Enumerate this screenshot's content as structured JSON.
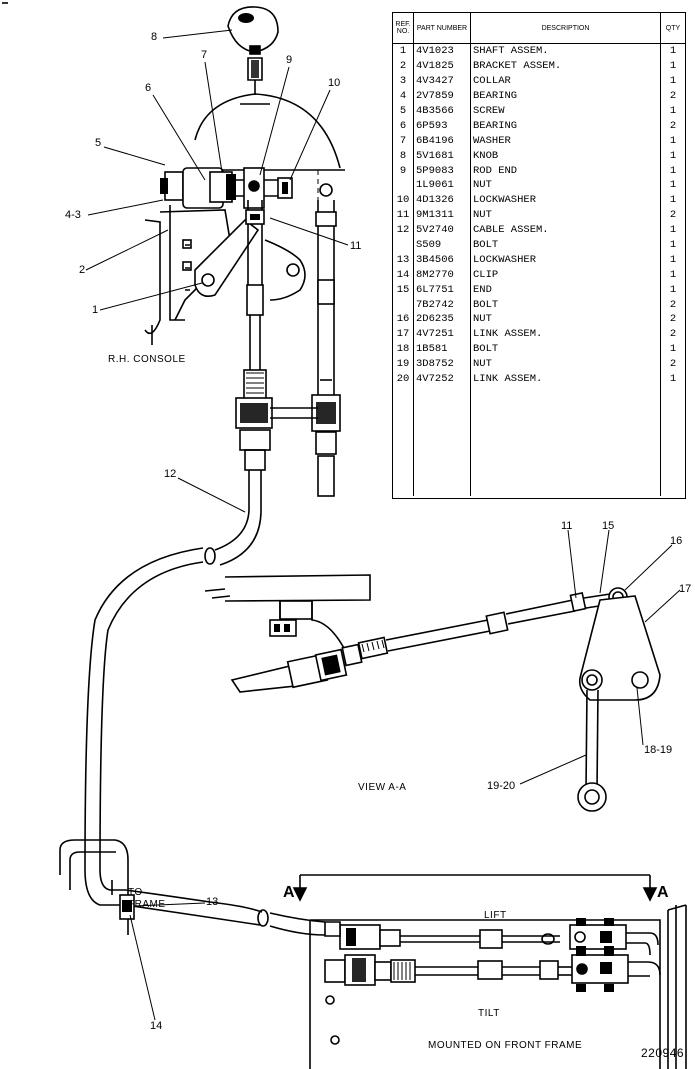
{
  "parts_table": {
    "headers": {
      "ref_no": "REF. NO.",
      "part_number": "PART NUMBER",
      "description": "DESCRIPTION",
      "qty": "QTY"
    },
    "rows": [
      {
        "ref": "1",
        "part": "4V1023",
        "desc": "SHAFT ASSEM.",
        "qty": "1"
      },
      {
        "ref": "2",
        "part": "4V1825",
        "desc": "BRACKET ASSEM.",
        "qty": "1"
      },
      {
        "ref": "3",
        "part": "4V3427",
        "desc": "COLLAR",
        "qty": "1"
      },
      {
        "ref": "4",
        "part": "2V7859",
        "desc": "BEARING",
        "qty": "2"
      },
      {
        "ref": "5",
        "part": "4B3566",
        "desc": "SCREW",
        "qty": "1"
      },
      {
        "ref": "6",
        "part": "6P593",
        "desc": "BEARING",
        "qty": "2"
      },
      {
        "ref": "7",
        "part": "6B4196",
        "desc": "WASHER",
        "qty": "1"
      },
      {
        "ref": "8",
        "part": "5V1681",
        "desc": "KNOB",
        "qty": "1"
      },
      {
        "ref": "9",
        "part": "5P9083",
        "desc": "ROD END",
        "qty": "1"
      },
      {
        "ref": "",
        "part": "1L9061",
        "desc": "NUT",
        "qty": "1"
      },
      {
        "ref": "10",
        "part": "4D1326",
        "desc": "LOCKWASHER",
        "qty": "1"
      },
      {
        "ref": "11",
        "part": "9M1311",
        "desc": "NUT",
        "qty": "2"
      },
      {
        "ref": "12",
        "part": "5V2740",
        "desc": "CABLE ASSEM.",
        "qty": "1"
      },
      {
        "ref": "",
        "part": "S509",
        "desc": "BOLT",
        "qty": "1"
      },
      {
        "ref": "13",
        "part": "3B4506",
        "desc": "LOCKWASHER",
        "qty": "1"
      },
      {
        "ref": "14",
        "part": "8M2770",
        "desc": "CLIP",
        "qty": "1"
      },
      {
        "ref": "15",
        "part": "6L7751",
        "desc": "END",
        "qty": "1"
      },
      {
        "ref": "",
        "part": "7B2742",
        "desc": "BOLT",
        "qty": "2"
      },
      {
        "ref": "16",
        "part": "2D6235",
        "desc": "NUT",
        "qty": "2"
      },
      {
        "ref": "17",
        "part": "4V7251",
        "desc": "LINK ASSEM.",
        "qty": "2"
      },
      {
        "ref": "18",
        "part": "1B581",
        "desc": "BOLT",
        "qty": "1"
      },
      {
        "ref": "19",
        "part": "3D8752",
        "desc": "NUT",
        "qty": "2"
      },
      {
        "ref": "20",
        "part": "4V7252",
        "desc": "LINK ASSEM.",
        "qty": "1"
      }
    ]
  },
  "callouts": {
    "c8": "8",
    "c7": "7",
    "c9": "9",
    "c6": "6",
    "c10": "10",
    "c5": "5",
    "c4_3": "4-3",
    "c2": "2",
    "c11a": "11",
    "c1": "1",
    "c12": "12",
    "c11b": "11",
    "c15": "15",
    "c16": "16",
    "c17": "17",
    "c18_19": "18-19",
    "c19_20": "19-20",
    "c13": "13",
    "c14": "14"
  },
  "captions": {
    "console": "R.H. CONSOLE",
    "view": "VIEW A-A",
    "to_frame": "TO FRAME",
    "lift": "LIFT",
    "tilt": "TILT",
    "mounted": "MOUNTED ON FRONT FRAME",
    "drawing_number": "220946",
    "section_left": "A",
    "section_right": "A"
  }
}
